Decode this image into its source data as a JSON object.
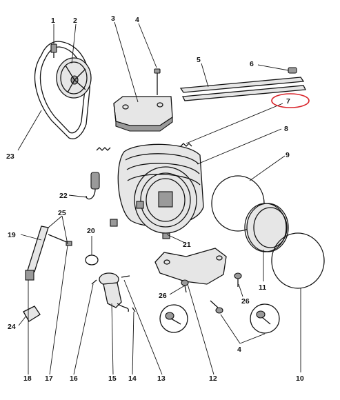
{
  "colors": {
    "ink": "#111111",
    "highlight": "#d9262c"
  },
  "callouts": [
    {
      "id": "1",
      "label": "1"
    },
    {
      "id": "2",
      "label": "2"
    },
    {
      "id": "3",
      "label": "3"
    },
    {
      "id": "4a",
      "label": "4"
    },
    {
      "id": "5",
      "label": "5"
    },
    {
      "id": "6",
      "label": "6"
    },
    {
      "id": "7",
      "label": "7"
    },
    {
      "id": "8",
      "label": "8"
    },
    {
      "id": "9",
      "label": "9"
    },
    {
      "id": "10",
      "label": "10"
    },
    {
      "id": "11",
      "label": "11"
    },
    {
      "id": "12",
      "label": "12"
    },
    {
      "id": "13",
      "label": "13"
    },
    {
      "id": "14",
      "label": "14"
    },
    {
      "id": "15",
      "label": "15"
    },
    {
      "id": "16",
      "label": "16"
    },
    {
      "id": "17",
      "label": "17"
    },
    {
      "id": "18",
      "label": "18"
    },
    {
      "id": "19",
      "label": "19"
    },
    {
      "id": "20",
      "label": "20"
    },
    {
      "id": "21",
      "label": "21"
    },
    {
      "id": "22",
      "label": "22"
    },
    {
      "id": "23",
      "label": "23"
    },
    {
      "id": "24",
      "label": "24"
    },
    {
      "id": "25",
      "label": "25"
    },
    {
      "id": "26a",
      "label": "26"
    },
    {
      "id": "26b",
      "label": "26"
    },
    {
      "id": "4b",
      "label": "4"
    }
  ],
  "highlighted_callout": "7"
}
